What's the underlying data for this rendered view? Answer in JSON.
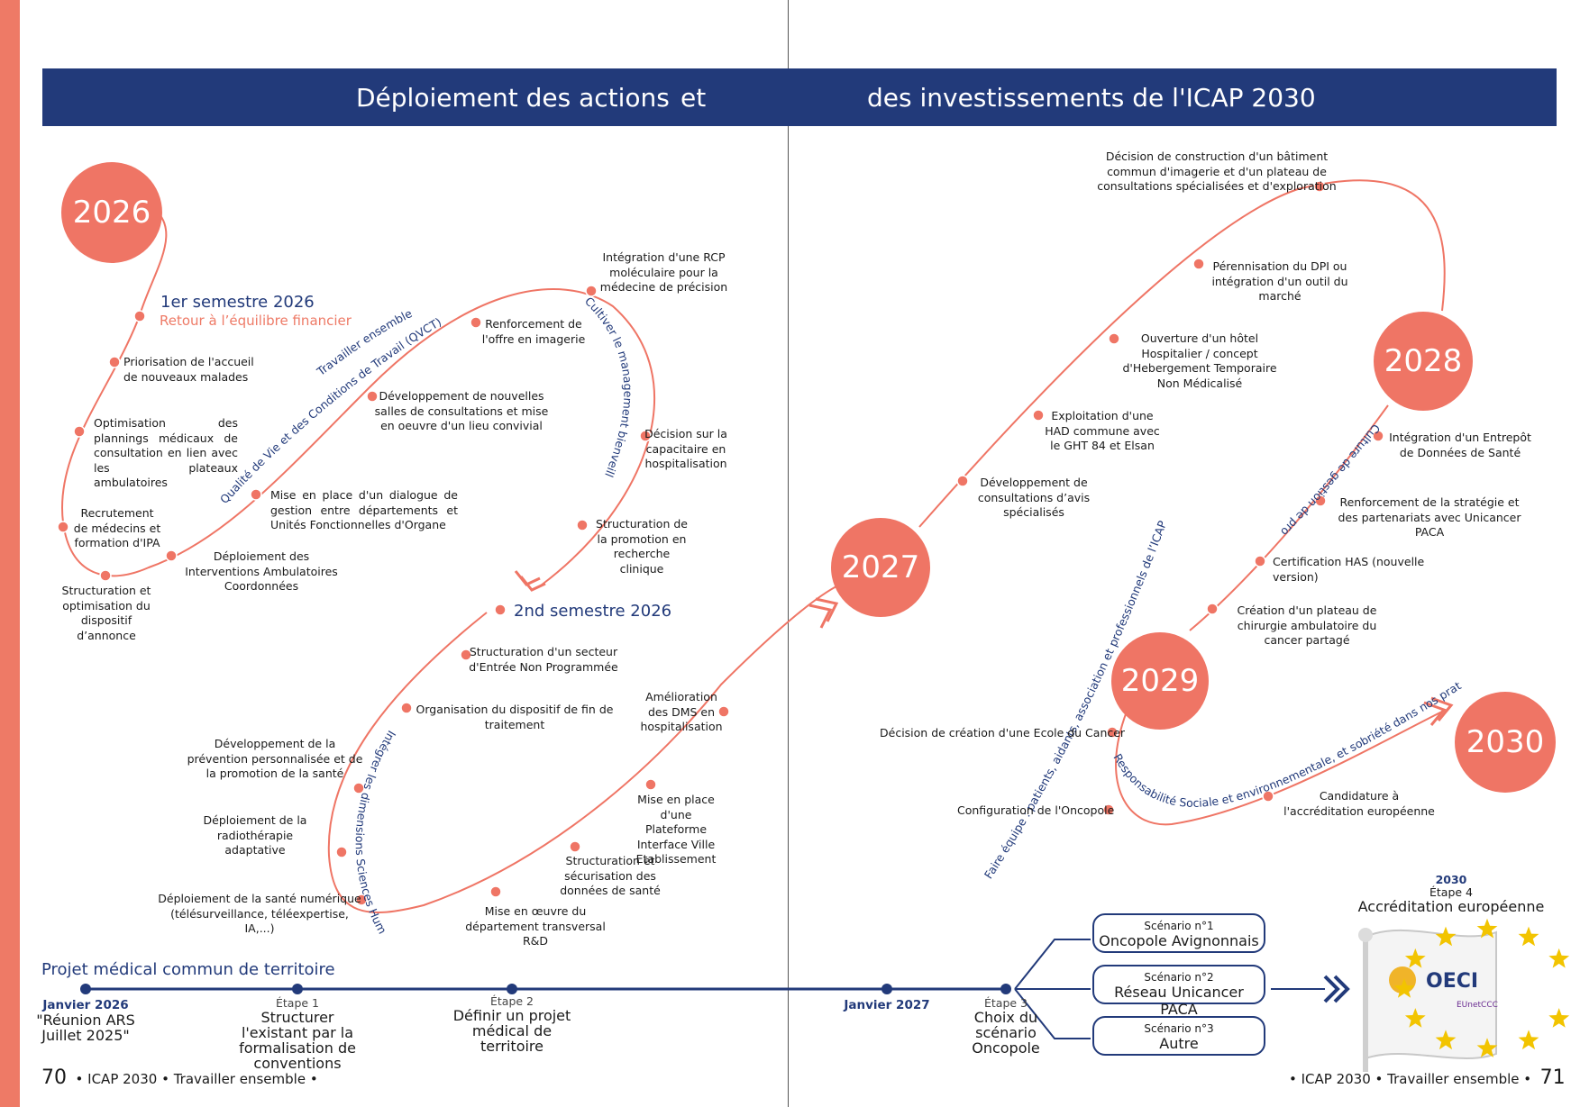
{
  "header": {
    "left": "Déploiement des actions",
    "mid": "et",
    "right": "des investissements de l'ICAP 2030"
  },
  "years": {
    "y2026": "2026",
    "y2027": "2027",
    "y2028": "2028",
    "y2029": "2029",
    "y2030": "2030"
  },
  "semesters": {
    "s1": "1er semestre 2026",
    "s1_sub": "Retour à l’équilibre financier",
    "s2": "2nd semestre 2026"
  },
  "actions": {
    "a1": "Priorisation de l'accueil de nouveaux malades",
    "a2": "Optimisation des plannings médicaux de consultation en lien avec les plateaux ambulatoires",
    "a3": "Recrutement de médecins et formation d'IPA",
    "a4": "Structuration et optimisation du dispositif d’annonce",
    "a5": "Déploiement des Interventions Ambulatoires Coordonnées",
    "a6": "Mise en place d'un dialogue de gestion entre départements et Unités Fonctionnelles d'Organe",
    "a7": "Développement de nouvelles salles de consultations et mise en oeuvre d'un lieu convivial",
    "a8": "Renforcement de l'offre en imagerie",
    "a9": "Intégration d'une RCP moléculaire pour la médecine de précision",
    "a10": "Décision sur la capacitaire en hospitalisation",
    "a11": "Structuration de la promotion en recherche clinique",
    "b1": "Structuration d'un secteur d'Entrée Non Programmée",
    "b2": "Organisation du dispositif de fin de traitement",
    "b3": "Développement de la prévention personnalisée et de la promotion de la santé",
    "b4": "Déploiement de la radiothérapie adaptative",
    "b5": "Déploiement de la santé numérique (télésurveillance, téléexpertise, IA,...)",
    "b6": "Mise en œuvre du département transversal R&D",
    "b7": "Structuration et sécurisation des données de santé",
    "b8": "Mise en place d'une Plateforme Interface Ville Etablissement",
    "b9": "Amélioration des DMS en hospitalisation",
    "c1": "Développement de consultations d’avis spécialisés",
    "c2": "Exploitation d'une HAD commune avec le GHT 84 et Elsan",
    "c3": "Ouverture d'un hôtel Hospitalier / concept d'Hebergement Temporaire Non Médicalisé",
    "c4": "Pérennisation du DPI ou intégration d'un outil du marché",
    "c5": "Décision de construction d'un bâtiment commun d'imagerie et d'un plateau de consultations spécialisées et d'exploration",
    "d1": "Intégration d'un Entrepôt de Données de Santé",
    "d2": "Renforcement de la stratégie et des partenariats avec Unicancer PACA",
    "d3": "Certification HAS (nouvelle version)",
    "d4": "Création d'un plateau de chirurgie ambulatoire du cancer partagé",
    "e1": "Décision de création d'une Ecole du Cancer",
    "e2": "Configuration de l'Oncopole",
    "e3": "Candidature à l'accréditation européenne"
  },
  "axes": {
    "t1": "Qualité de Vie et des Conditions de Travail (QVCT)",
    "t2": "Travailler ensemble",
    "t3": "Cultiver  le management bienveillant",
    "t4": "Intégrer les dimensions Sciences Humaines et Sociales, médico-économiques dans les pratiques",
    "t5": "Faire équipe : patients, aidants, association et professionnels de l’ICAP",
    "t6": "Culture de gestion de projet",
    "t7": "Responsabilité Sociale et environnementale, et sobriété dans nos pratiques"
  },
  "timeline": {
    "title": "Projet médical commun de territoire",
    "jan2026": "Janvier 2026",
    "jan2026_text": "\"Réunion ARS Juillet 2025\"",
    "e1k": "Étape 1",
    "e1v": "Structurer l'existant par la formalisation de conventions",
    "e2k": "Étape 2",
    "e2v": "Définir un projet médical de territoire",
    "jan2027": "Janvier 2027",
    "e3k": "Étape 3",
    "e3v": "Choix du scénario Oncopole",
    "sc1k": "Scénario n°1",
    "sc1v": "Oncopole Avignonnais",
    "sc2k": "Scénario n°2",
    "sc2v": "Réseau Unicancer PACA",
    "sc3k": "Scénario n°3",
    "sc3v": "Autre",
    "e4y": "2030",
    "e4k": "Étape 4",
    "e4v": "Accréditation européenne"
  },
  "flag": {
    "logo1": "OECI",
    "logo2": "EUnetCCC"
  },
  "footer": {
    "left_num": "70",
    "left_txt": "• ICAP 2030 • Travailler ensemble •",
    "right_txt": "• ICAP 2030 • Travailler ensemble •",
    "right_num": "71"
  },
  "colors": {
    "accent": "#ef7565",
    "navy": "#223a7a",
    "star": "#f2c400"
  }
}
